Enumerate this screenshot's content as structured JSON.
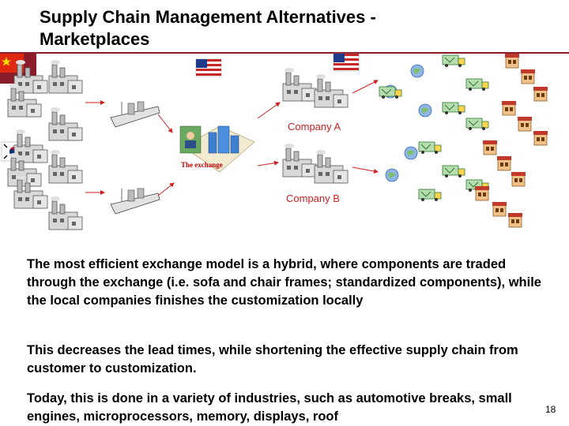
{
  "slide": {
    "title": "Supply Chain Management Alternatives - Marketplaces",
    "page_number": "18"
  },
  "diagram": {
    "company_a_label": "Company A",
    "company_b_label": "Company B",
    "exchange_label": "The exchange",
    "icons": [
      "china-flag-icon",
      "korea-flag-icon",
      "usa-flag-icon",
      "factory-icon",
      "ship-icon",
      "truck-icon",
      "store-icon",
      "globe-icon",
      "building-icon",
      "arrow-icon"
    ],
    "colors": {
      "arrow": "#d02020",
      "accent": "#8a1c2b",
      "truck": "#3a9a3a"
    }
  },
  "body": {
    "paragraph_1": "The most efficient exchange model is a hybrid, where components are traded through the exchange (i.e. sofa and chair frames; standardized components), while the local companies finishes the customization locally",
    "paragraph_2": "This decreases the lead times, while shortening the effective supply chain from customer to customization.",
    "paragraph_3": "Today, this is done in a variety of industries, such as automotive breaks, small engines, microprocessors, memory, displays, roof"
  }
}
